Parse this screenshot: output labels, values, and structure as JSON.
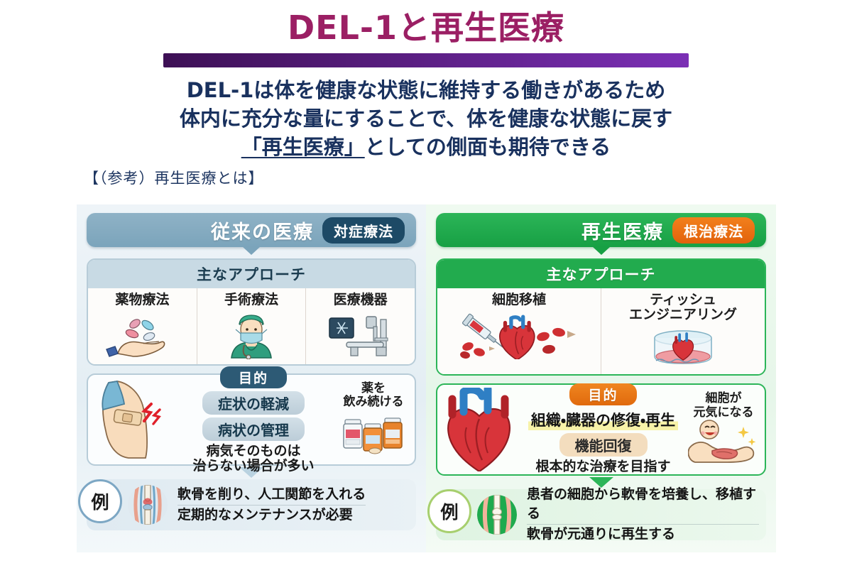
{
  "slide": {
    "title": "DEL-1と再生医療",
    "accent_start": "#3d1055",
    "accent_end": "#7b2fb5",
    "title_color": "#9b1f64",
    "subtitle_color": "#19315e",
    "subtitle": {
      "line1": "DEL-1は体を健康な状態に維持する働きがあるため",
      "line2": "体内に充分な量にすることで、体を健康な状態に戻す",
      "line3_underlined": "「再生医療」",
      "line3_rest": "としての側面も期待できる"
    },
    "caption": "【（参考）再生医療とは】"
  },
  "left_panel": {
    "accent": "#7ba4bb",
    "title": "従来の医療",
    "badge": "対症療法",
    "approach": {
      "heading": "主なアプローチ",
      "items": [
        {
          "label": "薬物療法",
          "icon": "hand-with-pills-icon"
        },
        {
          "label": "手術療法",
          "icon": "surgeon-icon"
        },
        {
          "label": "医療機器",
          "icon": "xray-machine-icon"
        }
      ]
    },
    "purpose": {
      "art": "bandaged-arm-icon",
      "heading": "目的",
      "items": [
        "症状の軽減",
        "病状の管理"
      ],
      "note": "病気そのものは\n治らない場合が多い",
      "side_label": "薬を\n飲み続ける",
      "side_icon": "medicine-bottles-icon"
    },
    "example": {
      "badge": "例",
      "thumb": "knee-joint-icon",
      "line1": "軟骨を削り、人工関節を入れる",
      "line2": "定期的なメンテナンスが必要"
    }
  },
  "right_panel": {
    "accent": "#17a044",
    "title": "再生医療",
    "badge": "根治療法",
    "approach": {
      "heading": "主なアプローチ",
      "items": [
        {
          "label": "細胞移植",
          "icon": "syringe-heart-bloodcells-icon"
        },
        {
          "label": "ティッシュ\nエンジニアリング",
          "icon": "petri-dish-heart-icon"
        }
      ]
    },
    "purpose": {
      "art": "heart-organ-icon",
      "heading": "目的",
      "highlight": "組織・臓器の修復・再生",
      "pill": "機能回復",
      "note": "根本的な治療を目指す",
      "side_label": "細胞が\n元気になる",
      "side_icon": "flexing-arm-icon"
    },
    "example": {
      "badge": "例",
      "thumb": "knee-joint-green-icon",
      "line1": "患者の細胞から軟骨を培養し、移植する",
      "line2": "軟骨が元通りに再生する"
    }
  }
}
